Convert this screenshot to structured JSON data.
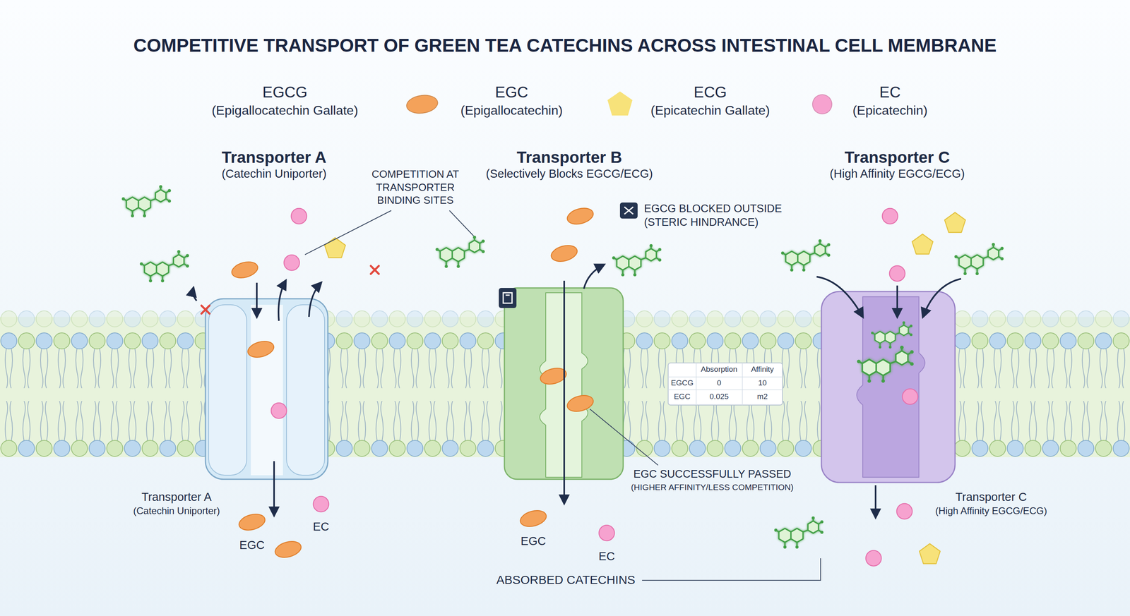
{
  "diagram": {
    "title": "COMPETITIVE TRANSPORT OF GREEN TEA CATECHINS ACROSS INTESTINAL CELL MEMBRANE",
    "nodes": [
      {
        "text": [
          "Transporter A",
          "(Catechin Uniporter)"
        ]
      },
      {
        "text": [
          "Transporter B",
          "(Selectively Blocks EGCG/ECG)"
        ]
      },
      {
        "text": [
          "Transporter C",
          "(High Affinity EGCG/ECG)"
        ]
      }
    ],
    "labels": [
      "(Epigallocatechin Gallate)",
      "(Epigallocatechin)",
      "(Epicatechin Gallate)",
      "(Epicatechin)",
      "COMPETITION AT TRANSPORTER BINDING SITES",
      "EGCG BLOCKED OUTSIDE (STERIC HINDRANCE)",
      "Absorption",
      "Affinity",
      "EGCG",
      "0",
      "10",
      "EGC",
      "0.025",
      "m2",
      "EGC SUCCESSFULLY PASSED",
      "(HIGHER AFFINITY/LESS COMPETITION)",
      "Transporter A",
      "(Catechin Uniporter)",
      "EGC",
      "EC",
      "EGC",
      "EC",
      "ABSORBED CATECHINS",
      "Transporter C",
      "(High Affinity EGCG/ECG)"
    ],
    "legend": [
      {
        "text": "EGCG"
      },
      {
        "text": "EGC",
        "color": "#f4a25a"
      },
      {
        "text": "ECG",
        "color": "#f7e27a"
      },
      {
        "text": "EC",
        "color": "#f6a2cf"
      }
    ]
  }
}
